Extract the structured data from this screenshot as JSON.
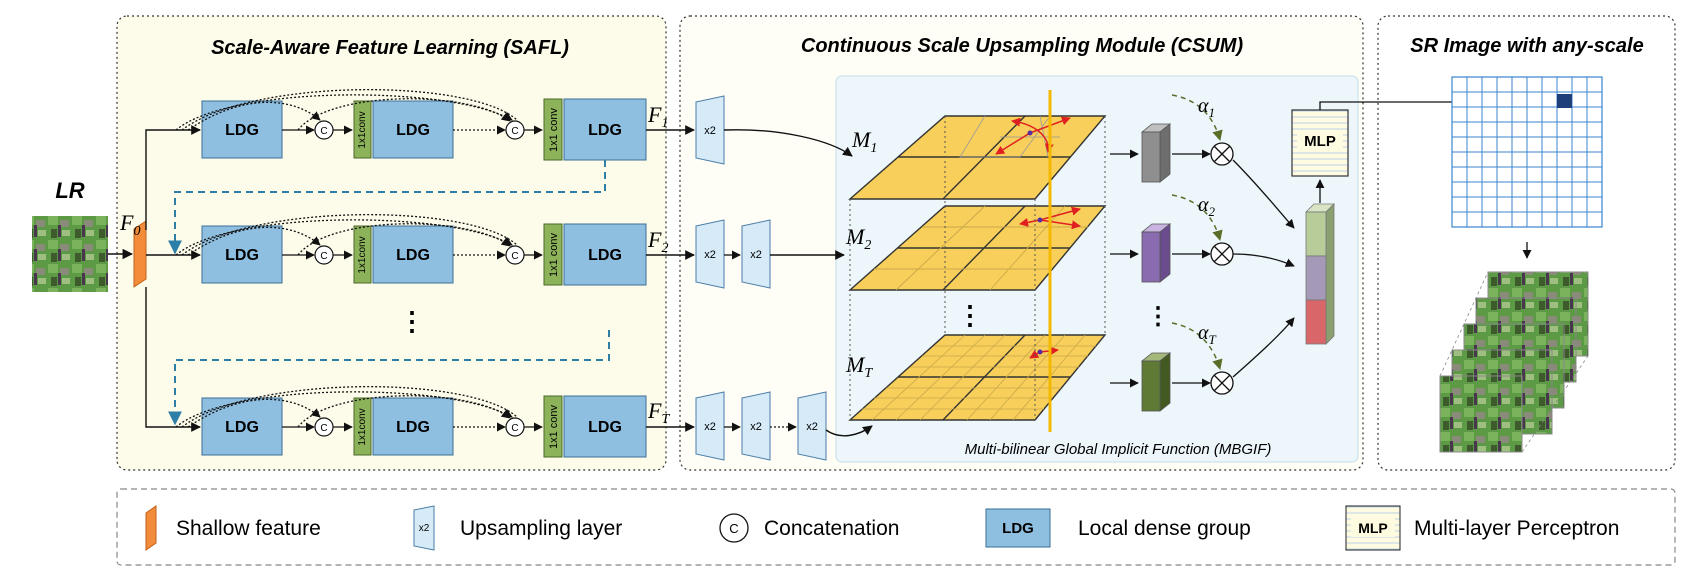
{
  "lr_label": "LR",
  "sections": {
    "safl": "Scale-Aware Feature Learning (SAFL)",
    "csum": "Continuous Scale Upsampling Module (CSUM)",
    "sr": "SR Image with any-scale"
  },
  "blocks": {
    "ldg": "LDG",
    "conv_small": "1x1conv",
    "conv_large": "1x1 conv",
    "concat": "C",
    "up": "x2",
    "mlp": "MLP",
    "ellipsis": "⋮"
  },
  "features": {
    "f0": "F",
    "f0_sub": "0",
    "f1": "F",
    "f1_sub": "1",
    "f2": "F",
    "f2_sub": "2",
    "ft": "F",
    "ft_sub": "T"
  },
  "maps": {
    "m1": "M",
    "m1_sub": "1",
    "m2": "M",
    "m2_sub": "2",
    "mt": "M",
    "mt_sub": "T"
  },
  "weights": {
    "a1": "α",
    "a1_sub": "1",
    "a2": "α",
    "a2_sub": "2",
    "at": "α",
    "at_sub": "T"
  },
  "mbgif_label": "Multi-bilinear Global Implicit Function (MBGIF)",
  "legend": {
    "shallow": "Shallow feature",
    "upsampling": "Upsampling layer",
    "concat": "Concatenation",
    "ldg": "Local dense group",
    "mlp": "Multi-layer Perceptron"
  },
  "colors": {
    "ldg_fill": "#8fbfe0",
    "conv_fill": "#8db35a",
    "shallow_fill": "#f28c3a",
    "up_fill": "#d6eaf8",
    "plane_fill": "#f7cf5a",
    "mbgif_bg": "#edf6fb",
    "safl_bg": "#fdfbea",
    "csum_bg": "#fefdf6",
    "dash_blue": "#2e7fa8",
    "alpha_arrow": "#5a6e2a",
    "red_arrow": "#e02020",
    "bar_orange": "#f5b800"
  }
}
